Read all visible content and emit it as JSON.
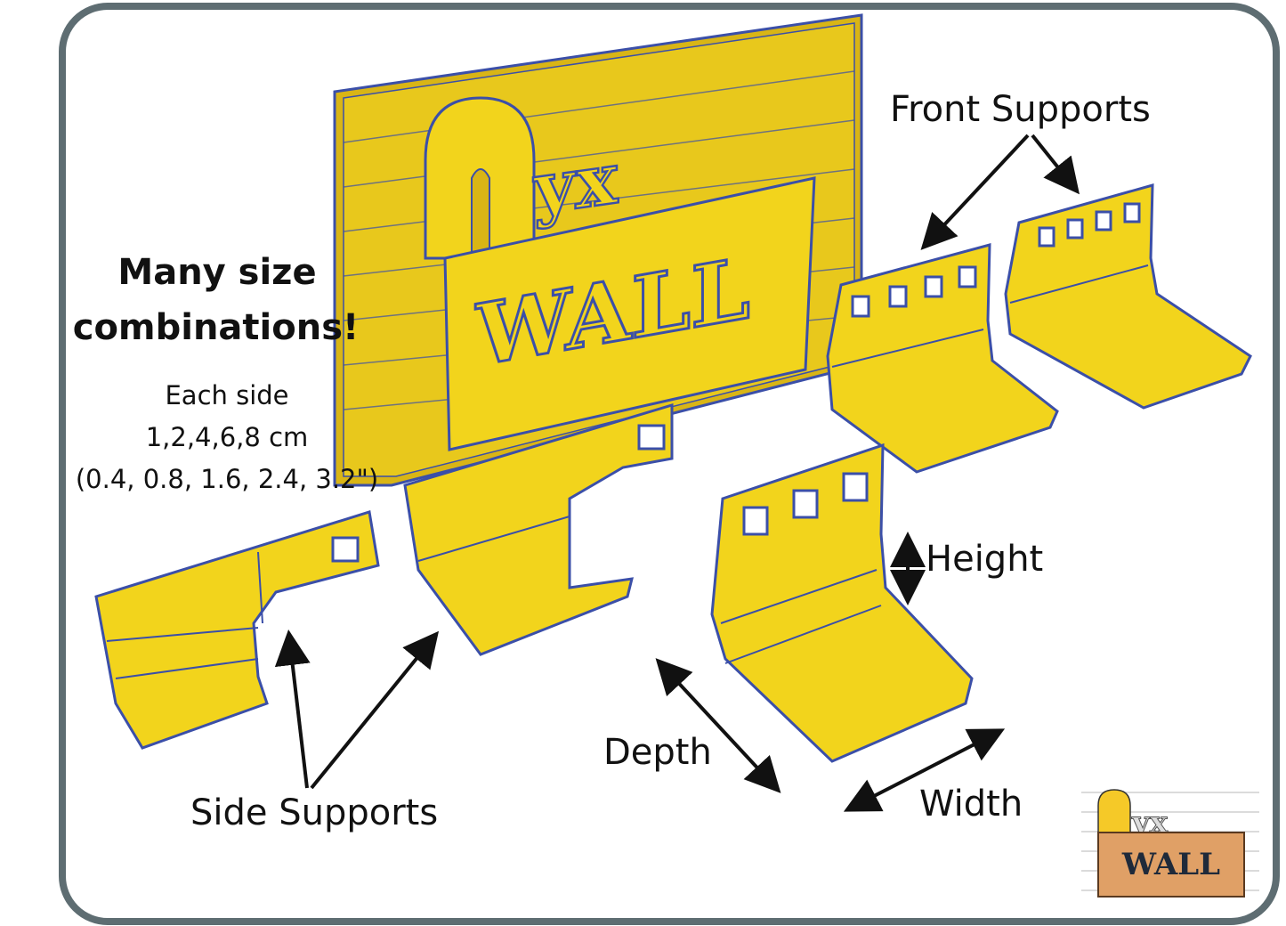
{
  "labels": {
    "front_supports": "Front Supports",
    "side_supports": "Side Supports",
    "height": "Height",
    "depth": "Depth",
    "width": "Width"
  },
  "promo": {
    "headline_line1": "Many size",
    "headline_line2": "combinations!",
    "sizes_line1": "Each side",
    "sizes_line2": "1,2,4,6,8 cm",
    "sizes_line3": "(0.4, 0.8, 1.6, 2.4, 3.2\")"
  },
  "sign": {
    "top": "yx",
    "bottom": "WALL"
  },
  "logo": {
    "top": "yx",
    "bottom": "WALL"
  },
  "colors": {
    "part": "#f2d41c",
    "edge": "#3b4fa8",
    "frame": "#5e6d72",
    "wood": "#e0a066"
  }
}
